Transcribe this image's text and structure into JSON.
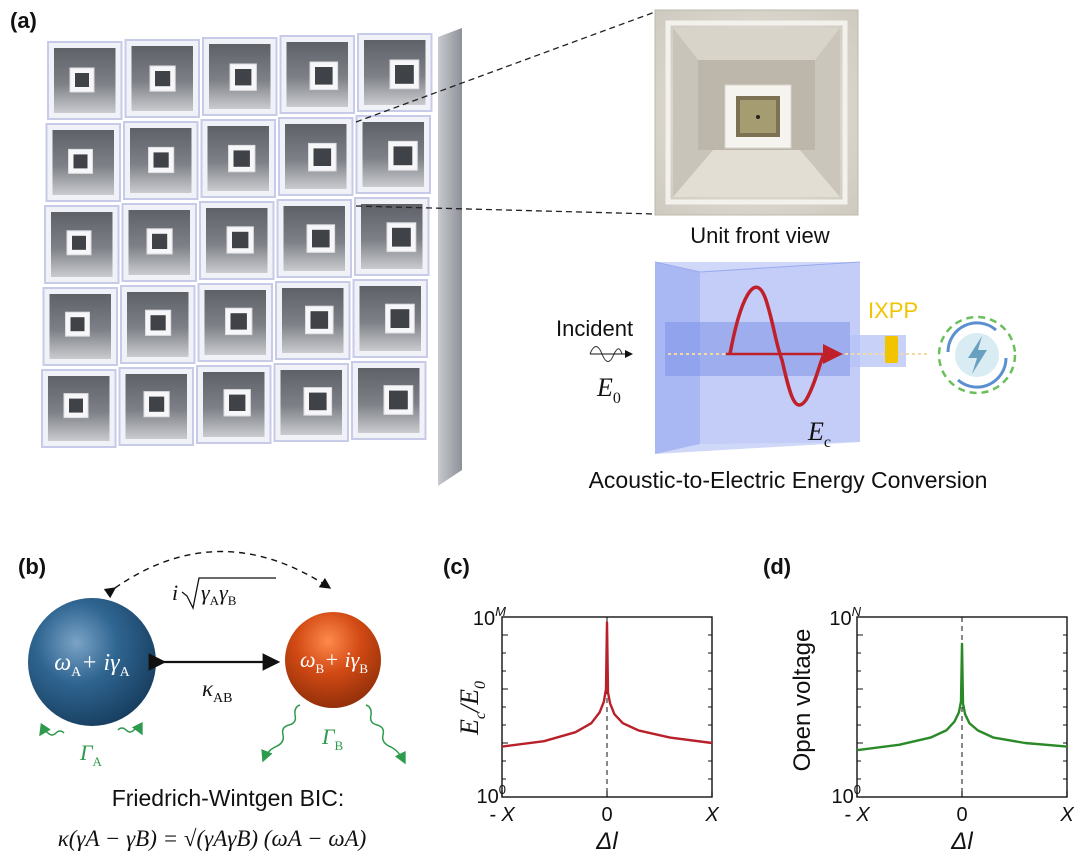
{
  "panels": {
    "a": {
      "label": "(a)",
      "grid": {
        "rows": 5,
        "cols": 5
      },
      "inset_caption": "Unit front view",
      "incident_label": "Incident",
      "e0_main": "E",
      "e0_sub": "0",
      "ec_main": "E",
      "ec_sub": "c",
      "ixpp_label": "IXPP",
      "conversion_caption": "Acoustic-to-Electric Energy Conversion",
      "colors": {
        "ixpp": "#f2c400",
        "wave": "#c0202a",
        "unit_blue": "#aab8f4"
      }
    },
    "b": {
      "label": "(b)",
      "resonator_a": {
        "omega": "ω",
        "omega_sub": "A",
        "plus_i": "+ i",
        "gamma": "γ",
        "gamma_sub": "A",
        "color": "#2a5b86"
      },
      "resonator_b": {
        "omega": "ω",
        "omega_sub": "B",
        "plus_i": "+ i",
        "gamma": "γ",
        "gamma_sub": "B",
        "color": "#c94612"
      },
      "coupling_main": "κ",
      "coupling_sub": "AB",
      "radiative_coupling": {
        "i": "i",
        "g1": "γ",
        "s1": "A",
        "g2": "γ",
        "s2": "B"
      },
      "loss_a": {
        "main": "Γ",
        "sub": "A"
      },
      "loss_b": {
        "main": "Γ",
        "sub": "B"
      },
      "bic_title": "Friedrich-Wintgen BIC:",
      "bic_equation": "κ(γA − γB) = √(γAγB) (ωA − ωA)",
      "loss_color": "#2e9a4e"
    },
    "c": {
      "label": "(c)",
      "ylabel_main": "E",
      "ylabel_sub1": "c",
      "ylabel_div": "/E",
      "ylabel_sub2": "0",
      "xlabel": "Δl",
      "yticks": {
        "top_base": "10",
        "top_exp": "M",
        "bottom_base": "10",
        "bottom_exp": "0"
      },
      "xticks": [
        "- X",
        "0",
        "X"
      ],
      "color": "#b8202a"
    },
    "d": {
      "label": "(d)",
      "ylabel": "Open voltage",
      "xlabel": "Δl",
      "yticks": {
        "top_base": "10",
        "top_exp": "N",
        "bottom_base": "10",
        "bottom_exp": "0"
      },
      "xticks": [
        "- X",
        "0",
        "X"
      ],
      "color": "#2a8a28"
    }
  },
  "chart_data": [
    {
      "type": "line",
      "panel": "c",
      "xlabel": "Δl",
      "ylabel": "E_c/E_0",
      "x": [
        -1.0,
        -0.6,
        -0.3,
        -0.15,
        -0.07,
        -0.03,
        -0.01,
        0.0,
        0.01,
        0.03,
        0.07,
        0.15,
        0.3,
        0.6,
        1.0
      ],
      "y": [
        0.28,
        0.31,
        0.36,
        0.41,
        0.47,
        0.53,
        0.6,
        0.97,
        0.58,
        0.52,
        0.46,
        0.41,
        0.37,
        0.33,
        0.3
      ],
      "x_ticks": [
        "- X",
        "0",
        "X"
      ],
      "ylim": [
        "10^0",
        "10^M"
      ],
      "y_scale": "log",
      "vline_at": 0
    },
    {
      "type": "line",
      "panel": "d",
      "xlabel": "Δl",
      "ylabel": "Open voltage",
      "x": [
        -1.0,
        -0.6,
        -0.3,
        -0.15,
        -0.07,
        -0.03,
        -0.01,
        0.0,
        0.01,
        0.03,
        0.07,
        0.15,
        0.3,
        0.6,
        1.0
      ],
      "y": [
        0.26,
        0.29,
        0.33,
        0.37,
        0.42,
        0.47,
        0.53,
        0.85,
        0.52,
        0.46,
        0.41,
        0.37,
        0.33,
        0.3,
        0.28
      ],
      "x_ticks": [
        "- X",
        "0",
        "X"
      ],
      "ylim": [
        "10^0",
        "10^N"
      ],
      "y_scale": "log",
      "vline_at": 0
    }
  ]
}
